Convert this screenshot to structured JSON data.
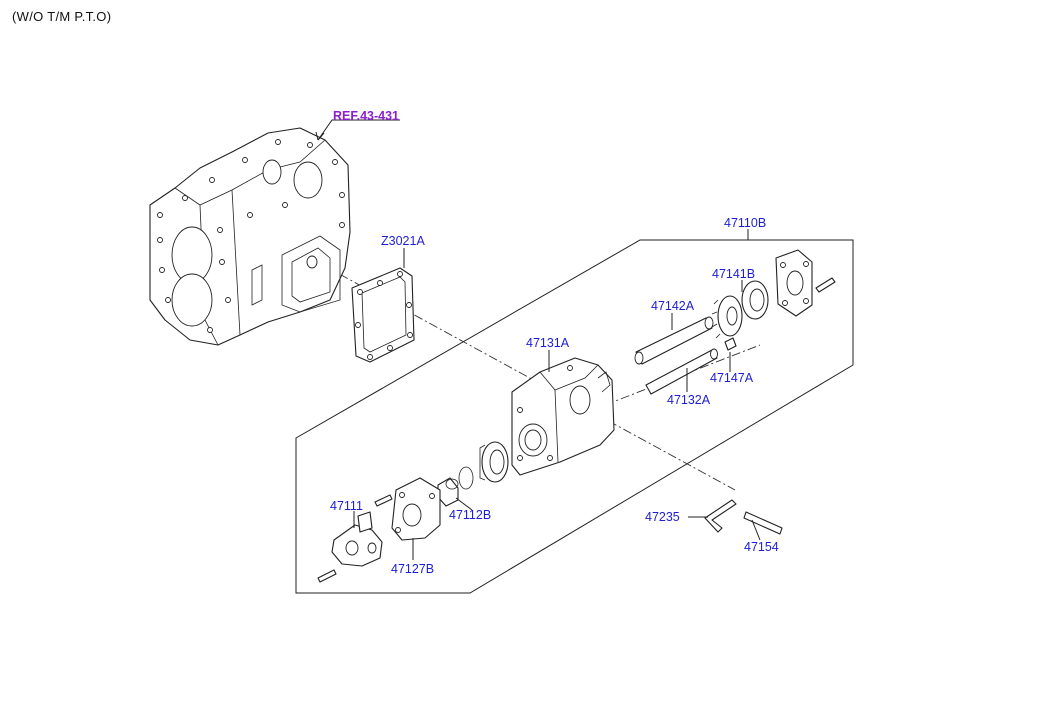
{
  "header": {
    "subtitle": "(W/O T/M P.T.O)"
  },
  "labels": {
    "ref": "REF.43-431",
    "z3021a": "Z3021A",
    "p47110b": "47110B",
    "p47141b": "47141B",
    "p47142a": "47142A",
    "p47131a": "47131A",
    "p47147a": "47147A",
    "p47132a": "47132A",
    "p47111": "47111",
    "p47112b": "47112B",
    "p47127b": "47127B",
    "p47235": "47235",
    "p47154": "47154"
  },
  "colors": {
    "part_label": "#1d1dd6",
    "ref_label": "#8a1fd0",
    "line": "#222222"
  }
}
